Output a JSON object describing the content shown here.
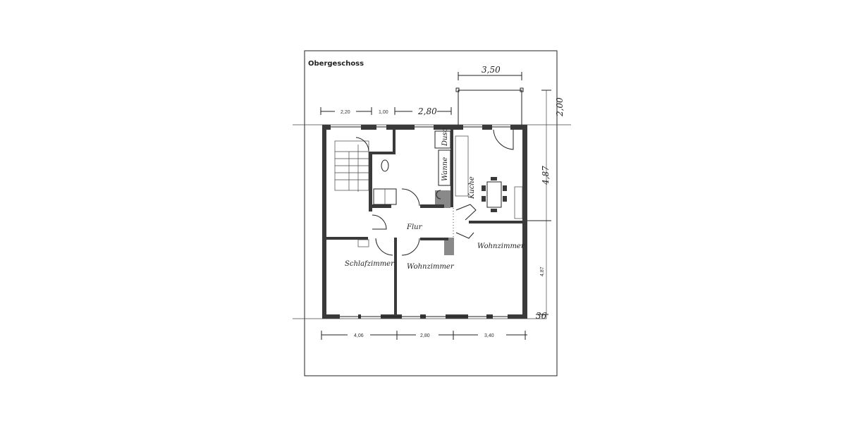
{
  "plan": {
    "title": "Obergeschoss",
    "dimensions": {
      "balcony_width": "3,50",
      "balcony_depth": "2,00",
      "top": [
        "2,20",
        "1,00",
        "2,80"
      ],
      "right": [
        "4,87",
        "4,87",
        "36"
      ],
      "bottom": [
        "4,06",
        "2,80",
        "3,40"
      ]
    },
    "rooms": {
      "shower": "Dusc",
      "bathtub": "Wanne",
      "kitchen": "Kuche",
      "hall": "Flur",
      "bedroom": "Schlafzimmer",
      "living_room_1": "Wohnzimmer",
      "living_room_2": "Wohnzimmer"
    }
  }
}
